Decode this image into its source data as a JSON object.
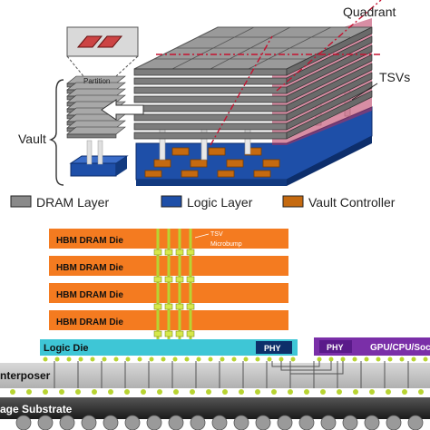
{
  "top": {
    "labels": {
      "quadrant": "Quadrant",
      "tsvs": "TSVs",
      "partition": "Partition",
      "vault": "Vault"
    },
    "legend": [
      {
        "label": "DRAM Layer",
        "color": "#8a8a8a"
      },
      {
        "label": "Logic Layer",
        "color": "#1e4fa8"
      },
      {
        "label": "Vault Controller",
        "color": "#c56a10"
      }
    ]
  },
  "bottom": {
    "dies": [
      {
        "label": "HBM DRAM Die"
      },
      {
        "label": "HBM DRAM Die"
      },
      {
        "label": "HBM DRAM Die"
      },
      {
        "label": "HBM DRAM Die"
      }
    ],
    "tsv_label": "TSV",
    "microbump_label": "Microbump",
    "logic_die": "Logic Die",
    "phy_left": "PHY",
    "phy_right": "PHY",
    "gpu": "GPU/CPU/Soc",
    "interposer": "nterposer",
    "substrate": "age Substrate"
  },
  "colors": {
    "dram": "#8a8a8a",
    "logic": "#1e4fa8",
    "vault_controller": "#c56a10",
    "hbm_die": "#f47b20",
    "logic_die": "#3ec6d6",
    "gpu": "#7a2fa8",
    "tsv": "#b8d432",
    "quadrant": "#b8325a"
  }
}
